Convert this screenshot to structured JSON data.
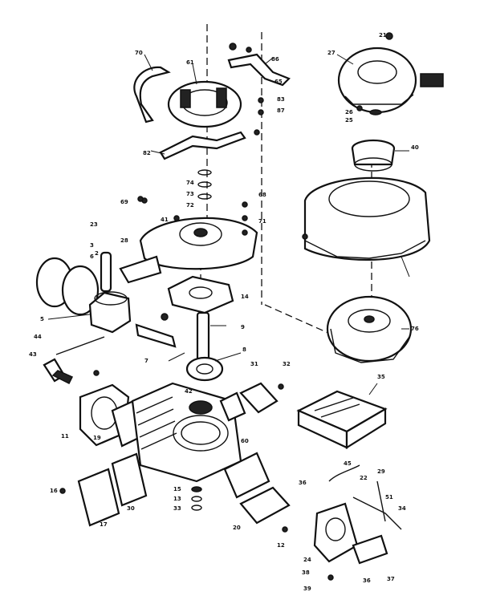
{
  "diagram": {
    "colors": {
      "ink": "#111111",
      "paper": "#ffffff"
    },
    "callouts": [
      "70",
      "61",
      "82",
      "27",
      "86",
      "65",
      "83",
      "87",
      "26",
      "25",
      "74",
      "73",
      "72",
      "69",
      "41",
      "71",
      "68",
      "23",
      "28",
      "3",
      "6",
      "7",
      "8",
      "2",
      "5",
      "9",
      "44",
      "42",
      "11",
      "19",
      "16",
      "17",
      "30",
      "15",
      "13",
      "33",
      "43",
      "31",
      "32",
      "76",
      "21",
      "20",
      "12",
      "24",
      "38",
      "39",
      "36",
      "34",
      "37",
      "22",
      "29",
      "51",
      "60",
      "35",
      "45",
      "36",
      "14",
      "40"
    ]
  }
}
